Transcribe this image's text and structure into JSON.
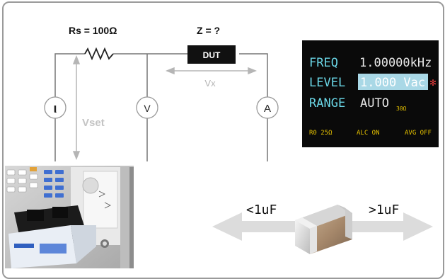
{
  "circuit": {
    "rs_label": "Rs = 100Ω",
    "z_label": "Z = ?",
    "dut_label": "DUT",
    "vx_label": "Vx",
    "vset_label": "Vset",
    "source_symbol": "ι",
    "voltmeter_symbol": "V",
    "ammeter_symbol": "A"
  },
  "display": {
    "freq_label": "FREQ",
    "freq_value": "1.00000kHz",
    "level_label": "LEVEL",
    "level_value": "1.000 Vac",
    "range_label": "RANGE",
    "range_value": "AUTO",
    "range_sub": "30Ω",
    "status_left": "R0 25Ω",
    "status_mid": "ALC ON",
    "status_right": "AVG OFF"
  },
  "capacitor": {
    "left_label": "<1uF",
    "right_label": ">1uF"
  },
  "colors": {
    "display_bg": "#0a0a0a",
    "display_text": "#6ad6e6",
    "display_highlight": "#a9d8e6",
    "display_status": "#e6c200",
    "arrow_gray": "#dcdcdc",
    "wire": "#777777"
  }
}
